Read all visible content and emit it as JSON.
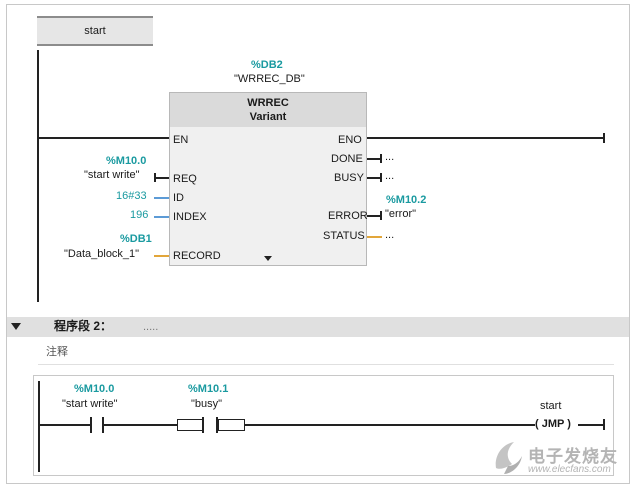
{
  "network1": {
    "label_instruction": "start",
    "block": {
      "instance_db": "%DB2",
      "instance_name": "\"WRREC_DB\"",
      "title": "WRREC",
      "subtitle": "Variant",
      "inputs": {
        "en": "EN",
        "req": "REQ",
        "id": "ID",
        "index": "INDEX",
        "record": "RECORD"
      },
      "outputs": {
        "eno": "ENO",
        "done": "DONE",
        "busy": "BUSY",
        "error": "ERROR",
        "status": "STATUS"
      }
    },
    "operands": {
      "req_addr": "%M10.0",
      "req_name": "\"start write\"",
      "id_value": "16#33",
      "index_value": "196",
      "record_addr": "%DB1",
      "record_name": "\"Data_block_1\"",
      "done_value": "...",
      "busy_value": "...",
      "error_addr": "%M10.2",
      "error_name": "\"error\"",
      "status_value": "..."
    }
  },
  "network2": {
    "title": "程序段 2：",
    "title_dots": ".....",
    "comment": "注释",
    "contact1_addr": "%M10.0",
    "contact1_name": "\"start write\"",
    "contact2_addr": "%M10.1",
    "contact2_name": "\"busy\"",
    "jump_label": "start",
    "jump_instruction": "JMP"
  },
  "watermark": {
    "text": "电子发烧友",
    "url": "www.elecfans.com"
  },
  "colors": {
    "operand_address": "#1a9aa0",
    "bool_wire": "#e2a63a",
    "int_wire": "#5c9bd6",
    "header_gray": "#e0e0e0"
  }
}
